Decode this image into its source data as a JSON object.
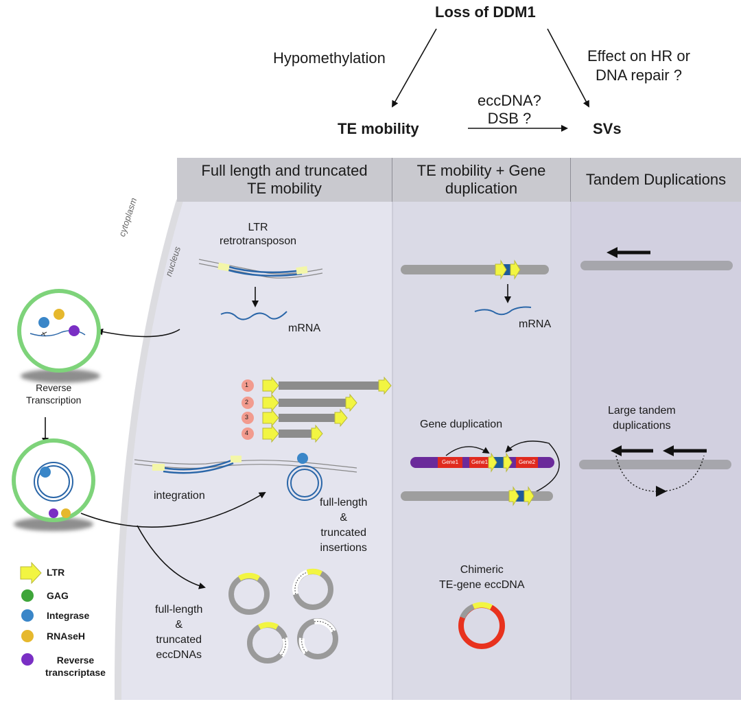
{
  "top": {
    "loss": "Loss of DDM1",
    "hypo": "Hypomethylation",
    "effect_line1": "Effect on HR or",
    "effect_line2": "DNA repair ?",
    "ecc_line1": "eccDNA?",
    "ecc_line2": "DSB ?",
    "te_mobility": "TE mobility",
    "svs": "SVs"
  },
  "columns": [
    {
      "line1": "Full length and truncated",
      "line2": "TE mobility"
    },
    {
      "line1": "TE mobility + Gene",
      "line2": "duplication"
    },
    {
      "line1": "Tandem Duplications",
      "line2": ""
    }
  ],
  "compartments": {
    "cytoplasm": "cytoplasm",
    "nucleus": "nucleus"
  },
  "col1": {
    "ltr_line1": "LTR",
    "ltr_line2": "retrotransposon",
    "mrna": "mRNA",
    "numbers": [
      "1",
      "2",
      "3",
      "4"
    ],
    "integration": "integration",
    "ins_line1": "full-length",
    "ins_line2": "&",
    "ins_line3": "truncated",
    "ins_line4": "insertions",
    "ecc_line1": "full-length",
    "ecc_line2": "&",
    "ecc_line3": "truncated",
    "ecc_line4": "eccDNAs"
  },
  "col2": {
    "mrna": "mRNA",
    "gene_dup": "Gene duplication",
    "genes": [
      "Gene1",
      "Gene1",
      "Gene2"
    ],
    "chimeric_line1": "Chimeric",
    "chimeric_line2": "TE-gene eccDNA"
  },
  "col3": {
    "large_line1": "Large tandem",
    "large_line2": "duplications"
  },
  "cell": {
    "rt_line1": "Reverse",
    "rt_line2": "Transcription"
  },
  "legend": [
    {
      "label": "LTR",
      "icon": "ltr-arrow-icon",
      "color": "#f2f542"
    },
    {
      "label": "GAG",
      "icon": "gag-dot-icon",
      "color": "#3ea53a"
    },
    {
      "label": "Integrase",
      "icon": "integrase-dot-icon",
      "color": "#3a86c8"
    },
    {
      "label": "RNAseH",
      "icon": "rnaseh-dot-icon",
      "color": "#e6b82d"
    },
    {
      "label": "Reverse",
      "label2": "transcriptase",
      "icon": "rt-dot-icon",
      "color": "#7a2fc4"
    }
  ],
  "colors": {
    "panel1": "#e4e4ee",
    "panel2": "#dadae6",
    "panel3": "#d2d0e0",
    "header": "#c9c9cf",
    "ltr": "#f2f542",
    "dna": "#2a66a8",
    "cell_membrane": "#7ed37a",
    "gene": "#e02a1e",
    "purple_chr": "#6a2a9a",
    "chromosome": "#9e9e9e",
    "ecc_red": "#e8321e"
  }
}
